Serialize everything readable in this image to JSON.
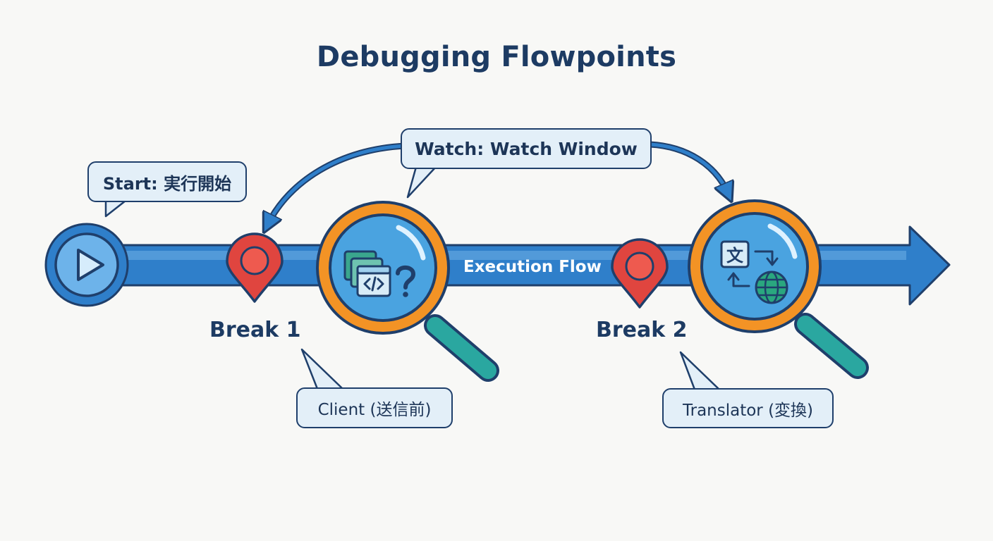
{
  "title": "Debugging Flowpoints",
  "flow": {
    "label": "Execution Flow"
  },
  "callouts": {
    "start": "Start: 実行開始",
    "watch": "Watch: Watch Window",
    "client": "Client (送信前)",
    "translator": "Translator (変換)"
  },
  "breakpoints": [
    {
      "label": "Break 1"
    },
    {
      "label": "Break 2"
    }
  ],
  "icons": {
    "start": "play-icon",
    "breakpoint": "location-pin-icon",
    "inspector": "magnifying-glass-icon",
    "code_window": "code-window-icon",
    "question": "question-mark-icon",
    "translate": "translate-icon",
    "globe": "globe-icon"
  },
  "colors": {
    "navy": "#1f3f6b",
    "flow_blue": "#2f7fca",
    "pin_red": "#e0453f",
    "lens_orange": "#f39325",
    "handle_teal": "#2aa7a0",
    "callout_fill": "#e3eff8"
  }
}
